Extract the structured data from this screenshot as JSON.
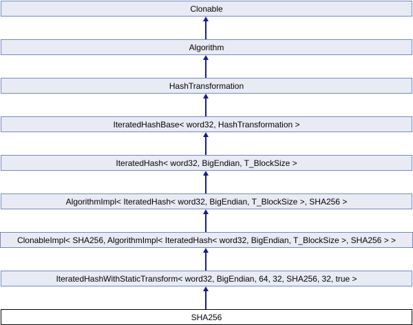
{
  "diagram": {
    "kind": "class-inheritance-diagram",
    "subject": "SHA256",
    "arrow_direction": "up",
    "nodes": [
      {
        "label": "Clonable",
        "style": "ancestor"
      },
      {
        "label": "Algorithm",
        "style": "ancestor"
      },
      {
        "label": "HashTransformation",
        "style": "ancestor"
      },
      {
        "label": "IteratedHashBase< word32, HashTransformation >",
        "style": "ancestor"
      },
      {
        "label": "IteratedHash< word32, BigEndian, T_BlockSize >",
        "style": "ancestor"
      },
      {
        "label": "AlgorithmImpl< IteratedHash< word32, BigEndian, T_BlockSize >, SHA256 >",
        "style": "ancestor"
      },
      {
        "label": "ClonableImpl< SHA256, AlgorithmImpl< IteratedHash< word32, BigEndian, T_BlockSize >, SHA256 > >",
        "style": "ancestor",
        "widest": true
      },
      {
        "label": "IteratedHashWithStaticTransform< word32, BigEndian, 64, 32, SHA256, 32, true >",
        "style": "ancestor"
      },
      {
        "label": "SHA256",
        "style": "current"
      }
    ],
    "colors": {
      "node_fill": "#E9EBF4",
      "node_border": "#7088C0",
      "current_fill": "#FFFFFF",
      "current_border": "#000000",
      "arrow": "#1A1A8C",
      "text": "#000000"
    }
  }
}
